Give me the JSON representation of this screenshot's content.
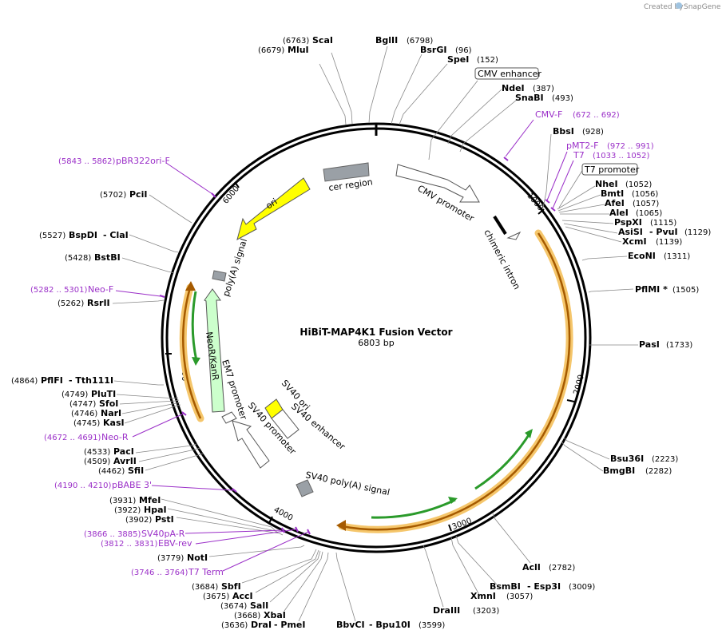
{
  "credit": {
    "created_by": "Created by",
    "brand": "SnapGene"
  },
  "map": {
    "title": "HiBiT-MAP4K1 Fusion Vector",
    "length": "6803 bp",
    "ticks": [
      "1000",
      "2000",
      "3000",
      "4000",
      "5000",
      "6000"
    ]
  },
  "features": {
    "cer_region": "cer region",
    "cmv_promoter": "CMV promoter",
    "chimeric_intron": "chimeric intron",
    "ori": "ori",
    "poly_a_signal": "poly(A) signal",
    "neor_kanr": "NeoR/KanR",
    "em7_promoter": "EM7 promoter",
    "sv40_ori": "SV40 ori",
    "sv40_enhancer": "SV40 enhancer",
    "sv40_promoter": "SV40 promoter",
    "sv40_poly_a_signal": "SV40 poly(A) signal"
  },
  "boxed_labels": {
    "cmv_enhancer": "CMV enhancer",
    "t7_promoter": "T7 promoter"
  },
  "sites": {
    "scai": {
      "name": "ScaI",
      "pos": "(6763)"
    },
    "mlui": {
      "name": "MluI",
      "pos": "(6679)"
    },
    "bglii": {
      "name": "BglII",
      "pos": "(6798)"
    },
    "bsrgi": {
      "name": "BsrGI",
      "pos": "(96)"
    },
    "spei": {
      "name": "SpeI",
      "pos": "(152)"
    },
    "ndei": {
      "name": "NdeI",
      "pos": "(387)"
    },
    "snabi": {
      "name": "SnaBI",
      "pos": "(493)"
    },
    "bbsi": {
      "name": "BbsI",
      "pos": "(928)"
    },
    "nhei": {
      "name": "NheI",
      "pos": "(1052)"
    },
    "bmti": {
      "name": "BmtI",
      "pos": "(1056)"
    },
    "afei": {
      "name": "AfeI",
      "pos": "(1057)"
    },
    "alei": {
      "name": "AleI",
      "pos": "(1065)"
    },
    "pspxi": {
      "name": "PspXI",
      "pos": "(1115)"
    },
    "asisi": {
      "name": "AsiSI",
      "pos": ""
    },
    "pvui": {
      "name": "- PvuI",
      "pos": "(1129)"
    },
    "xcmi": {
      "name": "XcmI",
      "pos": "(1139)"
    },
    "econi": {
      "name": "EcoNI",
      "pos": "(1311)"
    },
    "pflmi": {
      "name": "PflMI *",
      "pos": "(1505)"
    },
    "pasi": {
      "name": "PasI",
      "pos": "(1733)"
    },
    "bsu36i": {
      "name": "Bsu36I",
      "pos": "(2223)"
    },
    "bmgbi": {
      "name": "BmgBI",
      "pos": "(2282)"
    },
    "acli": {
      "name": "AclI",
      "pos": "(2782)"
    },
    "bsmbi": {
      "name": "BsmBI",
      "pos": ""
    },
    "esp3i": {
      "name": "- Esp3I",
      "pos": "(3009)"
    },
    "xmni": {
      "name": "XmnI",
      "pos": "(3057)"
    },
    "draiii": {
      "name": "DraIII",
      "pos": "(3203)"
    },
    "bbvci": {
      "name": "BbvCI",
      "pos": ""
    },
    "bpu10i": {
      "name": "- Bpu10I",
      "pos": "(3599)"
    },
    "drai": {
      "name": "DraI",
      "pos": "(3636)"
    },
    "pmei": {
      "name": "- PmeI",
      "pos": ""
    },
    "xbai": {
      "name": "XbaI",
      "pos": "(3668)"
    },
    "sali": {
      "name": "SalI",
      "pos": "(3674)"
    },
    "acci": {
      "name": "AccI",
      "pos": "(3675)"
    },
    "sbfi": {
      "name": "SbfI",
      "pos": "(3684)"
    },
    "noti": {
      "name": "NotI",
      "pos": "(3779)"
    },
    "psti": {
      "name": "PstI",
      "pos": "(3902)"
    },
    "hpai": {
      "name": "HpaI",
      "pos": "(3922)"
    },
    "mfei": {
      "name": "MfeI",
      "pos": "(3931)"
    },
    "sfii": {
      "name": "SfiI",
      "pos": "(4462)"
    },
    "avrii": {
      "name": "AvrII",
      "pos": "(4509)"
    },
    "paci": {
      "name": "PacI",
      "pos": "(4533)"
    },
    "kasi": {
      "name": "KasI",
      "pos": "(4745)"
    },
    "nari": {
      "name": "NarI",
      "pos": "(4746)"
    },
    "sfoi": {
      "name": "SfoI",
      "pos": "(4747)"
    },
    "pluti": {
      "name": "PluTI",
      "pos": "(4749)"
    },
    "pflfi": {
      "name": "PflFI",
      "pos": "(4864)"
    },
    "tth111i": {
      "name": "- Tth111I",
      "pos": ""
    },
    "rsrii": {
      "name": "RsrII",
      "pos": "(5262)"
    },
    "bstbi": {
      "name": "BstBI",
      "pos": "(5428)"
    },
    "bspdi": {
      "name": "BspDI",
      "pos": "(5527)"
    },
    "clai": {
      "name": "- ClaI",
      "pos": ""
    },
    "pcii": {
      "name": "PciI",
      "pos": "(5702)"
    }
  },
  "primers": {
    "cmv_f": {
      "name": "CMV-F",
      "pos": "(672 .. 692)"
    },
    "pmt2_f": {
      "name": "pMT2-F",
      "pos": "(972 .. 991)"
    },
    "t7": {
      "name": "T7",
      "pos": "(1033 .. 1052)"
    },
    "pbr322ori_f": {
      "name": "pBR322ori-F",
      "pos": "(5843 .. 5862)"
    },
    "neo_f": {
      "name": "Neo-F",
      "pos": "(5282 .. 5301)"
    },
    "neo_r": {
      "name": "Neo-R",
      "pos": "(4672 .. 4691)"
    },
    "pbabe3": {
      "name": "pBABE 3'",
      "pos": "(4190 .. 4210)"
    },
    "sv40pa_r": {
      "name": "SV40pA-R",
      "pos": "(3866 .. 3885)"
    },
    "ebv_rev": {
      "name": "EBV-rev",
      "pos": "(3812 .. 3831)"
    },
    "t7_term": {
      "name": "T7 Term",
      "pos": "(3746 .. 3764)"
    }
  },
  "colors": {
    "primer": "#9b30c8",
    "ori": "#ffff00",
    "neo": "#ccffcc",
    "orf_border": "#f5c66b",
    "orf_inner": "#a55a00",
    "green_arrow": "#2a9a2a",
    "promoter_fill": "#ffffff",
    "terminator": "#9aa0a6",
    "backbone": "#000000"
  }
}
